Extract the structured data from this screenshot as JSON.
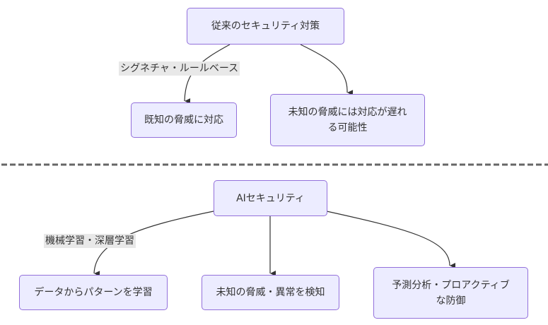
{
  "top": {
    "root": "従来のセキュリティ対策",
    "edge_label": "シグネチャ・ルールベース",
    "left_child": "既知の脅威に対応",
    "right_child": [
      "未知の脅威には対応が遅れ",
      "る可能性"
    ]
  },
  "bottom": {
    "root": "AIセキュリティ",
    "edge_label": "機械学習・深層学習",
    "left_child": "データからパターンを学習",
    "middle_child": "未知の脅威・異常を検知",
    "right_child": [
      "予測分析・プロアクティブ",
      "な防御"
    ]
  },
  "colors": {
    "node_fill": "#ececff",
    "node_border": "#9370db",
    "edge": "#333333",
    "label_bg": "#e8e8e8",
    "separator": "#666666"
  }
}
